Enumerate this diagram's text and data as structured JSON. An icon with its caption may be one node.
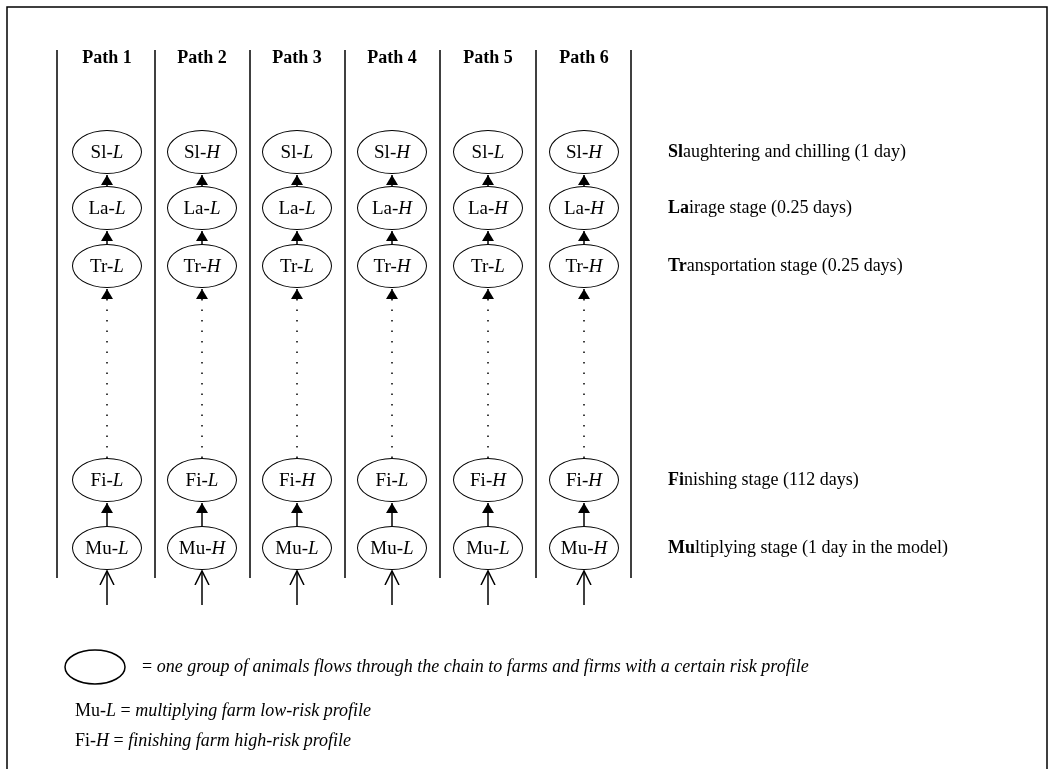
{
  "diagram": {
    "nodes": [
      {
        "text": [
          "Sl-*L*"
        ]
      },
      {
        "text": [
          "La-*L*"
        ]
      },
      {
        "text": [
          "Tr-*L*"
        ]
      },
      {
        "text": [
          "Fi-*L*"
        ]
      },
      {
        "text": [
          "Mu-*L*"
        ]
      },
      {
        "text": [
          "Sl-*H*"
        ]
      },
      {
        "text": [
          "La-*L*"
        ]
      },
      {
        "text": [
          "Tr-*H*"
        ]
      },
      {
        "text": [
          "Fi-*L*"
        ]
      },
      {
        "text": [
          "Mu-*H*"
        ]
      },
      {
        "text": [
          "Sl-*L*"
        ]
      },
      {
        "text": [
          "La-*L*"
        ]
      },
      {
        "text": [
          "Tr-*L*"
        ]
      },
      {
        "text": [
          "Fi-*H*"
        ]
      },
      {
        "text": [
          "Mu-*L*"
        ]
      },
      {
        "text": [
          "Sl-*H*"
        ]
      },
      {
        "text": [
          "La-*H*"
        ]
      },
      {
        "text": [
          "Tr-*H*"
        ]
      },
      {
        "text": [
          "Fi-*L*"
        ]
      },
      {
        "text": [
          "Mu-*L*"
        ]
      },
      {
        "text": [
          "Sl-*L*"
        ]
      },
      {
        "text": [
          "La-*H*"
        ]
      },
      {
        "text": [
          "Tr-*L*"
        ]
      },
      {
        "text": [
          "Fi-*H*"
        ]
      },
      {
        "text": [
          "Mu-*L*"
        ]
      },
      {
        "text": [
          "Sl-*H*"
        ]
      },
      {
        "text": [
          "La-*H*"
        ]
      },
      {
        "text": [
          "Tr-*H*"
        ]
      },
      {
        "text": [
          "Fi-*H*"
        ]
      },
      {
        "text": [
          "Mu-*H*"
        ]
      }
    ],
    "edges": [
      {
        "from": null,
        "to": 4,
        "arrow": "to"
      },
      {
        "from": 4,
        "to": 3,
        "arrow": "to"
      },
      {
        "from": 3,
        "to": 2,
        "arrow": "to",
        "style": "dashed"
      },
      {
        "from": 2,
        "to": 1,
        "arrow": "to"
      },
      {
        "from": 1,
        "to": 0,
        "arrow": "to"
      },
      {
        "from": null,
        "to": 9,
        "arrow": "to"
      },
      {
        "from": 9,
        "to": 8,
        "arrow": "to"
      },
      {
        "from": 8,
        "to": 7,
        "arrow": "to",
        "style": "dashed"
      },
      {
        "from": 7,
        "to": 6,
        "arrow": "to"
      },
      {
        "from": 6,
        "to": 5,
        "arrow": "to"
      },
      {
        "from": null,
        "to": 14,
        "arrow": "to"
      },
      {
        "from": 14,
        "to": 13,
        "arrow": "to"
      },
      {
        "from": 13,
        "to": 12,
        "arrow": "to",
        "style": "dashed"
      },
      {
        "from": 12,
        "to": 11,
        "arrow": "to"
      },
      {
        "from": 11,
        "to": 10,
        "arrow": "to"
      },
      {
        "from": null,
        "to": 19,
        "arrow": "to"
      },
      {
        "from": 19,
        "to": 18,
        "arrow": "to"
      },
      {
        "from": 18,
        "to": 17,
        "arrow": "to",
        "style": "dashed"
      },
      {
        "from": 17,
        "to": 16,
        "arrow": "to"
      },
      {
        "from": 16,
        "to": 15,
        "arrow": "to"
      },
      {
        "from": null,
        "to": 24,
        "arrow": "to"
      },
      {
        "from": 24,
        "to": 23,
        "arrow": "to"
      },
      {
        "from": 23,
        "to": 22,
        "arrow": "to",
        "style": "dashed"
      },
      {
        "from": 22,
        "to": 21,
        "arrow": "to"
      },
      {
        "from": 21,
        "to": 20,
        "arrow": "to"
      },
      {
        "from": null,
        "to": 29,
        "arrow": "to"
      },
      {
        "from": 29,
        "to": 28,
        "arrow": "to"
      },
      {
        "from": 28,
        "to": 27,
        "arrow": "to",
        "style": "dashed"
      },
      {
        "from": 27,
        "to": 26,
        "arrow": "to"
      },
      {
        "from": 26,
        "to": 25,
        "arrow": "to"
      }
    ],
    "labels": [
      "Path 1",
      "Path 2",
      "Path 3",
      "Path 4",
      "Path 5",
      "Path 6",
      "**Sl**aughtering and chilling (1 day)",
      "**La**irage stage (0.25 days)",
      "**Tr**ansportation stage (0.25 days)",
      "**Fi**nishing stage (112 days)",
      "**Mu**ltiplying stage (1 day in the model)",
      "Mu-*L* = *multiplying farm low-risk profile*",
      "Fi-*H* = *finishing farm high-risk profile*"
    ],
    "legend": [
      {
        "text": "= *one group of animals flows through the chain to farms and firms with a certain risk profile*"
      }
    ]
  }
}
